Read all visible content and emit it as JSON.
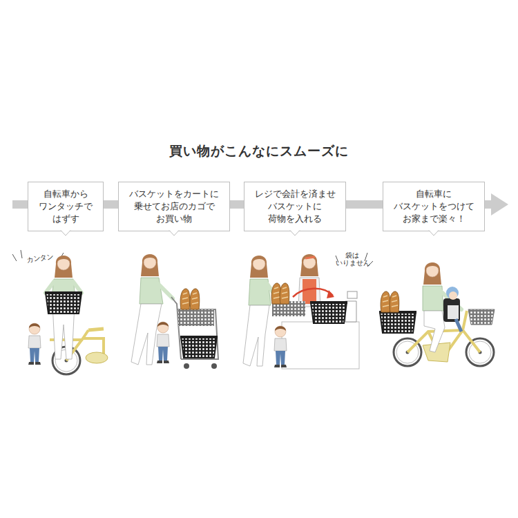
{
  "diagram": {
    "title": "買い物がこんなにスムーズに",
    "nodes": [
      {
        "text": [
          "自転車から ワンタッチで はずす"
        ]
      },
      {
        "text": [
          "バスケットをカートに 乗せてお店のカゴで お買い物"
        ]
      },
      {
        "text": [
          "レジで会計を済ませ バスケットに 荷物を入れる"
        ]
      },
      {
        "text": [
          "自転車に バスケットをつけて お家まで楽々！"
        ]
      }
    ],
    "edges": [
      {
        "from": 0,
        "to": 1,
        "arrow": "none"
      },
      {
        "from": 1,
        "to": 2,
        "arrow": "none"
      },
      {
        "from": 2,
        "to": 3,
        "arrow": "none"
      }
    ],
    "labels": [
      "カンタン",
      "袋は いりません"
    ]
  }
}
